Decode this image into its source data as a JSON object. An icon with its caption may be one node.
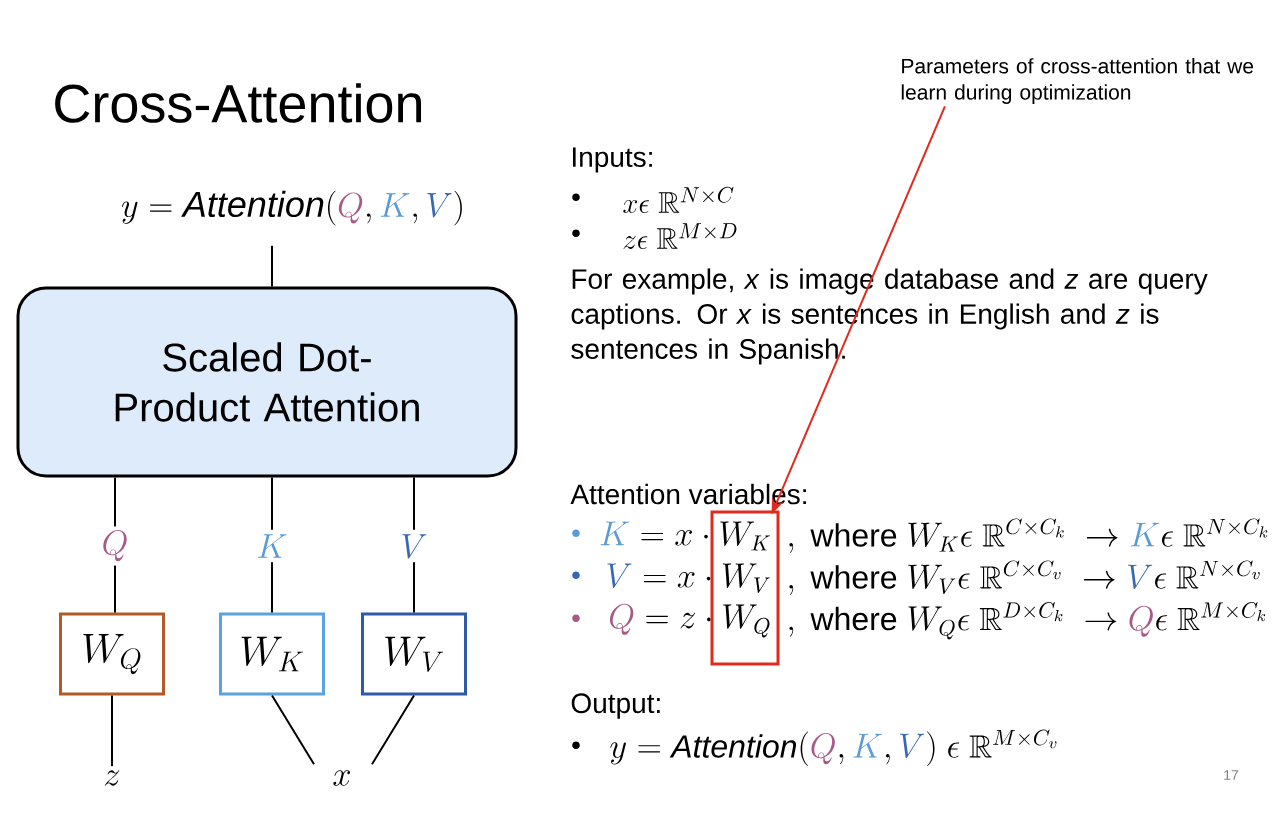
{
  "diagram": {
    "title": "Cross-Attention",
    "nodes": [
      {
        "text": [
          "y = \\mathit{Attention}(\\textcolor[HTML]{A65B87}{Q},\\textcolor[HTML]{5B9BD5}{K},\\textcolor[HTML]{3A68B0}{V})"
        ]
      },
      {
        "text": [
          "Scaled Dot-Product Attention"
        ]
      },
      {
        "text": [
          "\\textcolor[HTML]{A65B87}{Q}"
        ]
      },
      {
        "text": [
          "\\textcolor[HTML]{5B9BD5}{K}"
        ]
      },
      {
        "text": [
          "\\textcolor[HTML]{3A68B0}{V}"
        ]
      },
      {
        "text": [
          "W_Q"
        ]
      },
      {
        "text": [
          "W_K"
        ]
      },
      {
        "text": [
          "W_V"
        ]
      },
      {
        "text": [
          "z"
        ]
      },
      {
        "text": [
          "x"
        ]
      },
      {
        "text": [
          "Parameters of cross-attention that we learn during optimization"
        ]
      },
      {
        "text": [],
        "shape": "box"
      }
    ],
    "edges": [
      {
        "from": 1,
        "to": 0,
        "arrow": "none"
      },
      {
        "from": 1,
        "to": 2,
        "arrow": "none"
      },
      {
        "from": 1,
        "to": 3,
        "arrow": "none"
      },
      {
        "from": 1,
        "to": 4,
        "arrow": "none"
      },
      {
        "from": 2,
        "to": 5,
        "arrow": "none"
      },
      {
        "from": 3,
        "to": 6,
        "arrow": "none"
      },
      {
        "from": 4,
        "to": 7,
        "arrow": "none"
      },
      {
        "from": 5,
        "to": 8,
        "arrow": "none"
      },
      {
        "from": 6,
        "to": 9,
        "arrow": "none"
      },
      {
        "from": 7,
        "to": 9,
        "arrow": "none"
      },
      {
        "from": 10,
        "to": 11,
        "arrow": "to",
        "color": "#e02a1e"
      }
    ],
    "labels": [
      "Inputs:",
      "•",
      "x \\epsilon\\ \\mathbb{R}^{N\\times C}",
      "•",
      "z \\epsilon\\ \\mathbb{R}^{M\\times D}",
      "For example, *x* is image database and *z* are query captions. Or *x* is sentences in English and *z* is sentences in Spanish.",
      "Attention variables:",
      "•",
      "\\textcolor[HTML]{5B9BD5}{K} = x \\cdot W_K",
      ",\\ \\text{where}\\ W_K \\epsilon\\ \\mathbb{R}^{C\\times C_k}\\ \\rightarrow \\textcolor[HTML]{5B9BD5}{K} \\epsilon\\ \\mathbb{R}^{N\\times C_k}",
      "•",
      "\\textcolor[HTML]{3A68B0}{V} = x \\cdot W_V",
      ",\\ \\text{where}\\ W_V \\epsilon\\ \\mathbb{R}^{C\\times C_v}\\ \\rightarrow \\textcolor[HTML]{3A68B0}{V} \\epsilon\\ \\mathbb{R}^{N\\times C_v}",
      "•",
      "\\textcolor[HTML]{A65B87}{Q} = z \\cdot W_Q",
      ",\\ \\text{where}\\ W_Q \\epsilon\\ \\mathbb{R}^{D\\times C_k}\\ \\rightarrow \\textcolor[HTML]{A65B87}{Q} \\epsilon\\ \\mathbb{R}^{M\\times C_k}",
      "Output:",
      "•",
      "y = \\mathit{Attention}(\\textcolor[HTML]{A65B87}{Q},\\textcolor[HTML]{5B9BD5}{K},\\textcolor[HTML]{3A68B0}{V})\\ \\epsilon\\ \\mathbb{R}^{M\\times C_v}",
      "17"
    ]
  }
}
